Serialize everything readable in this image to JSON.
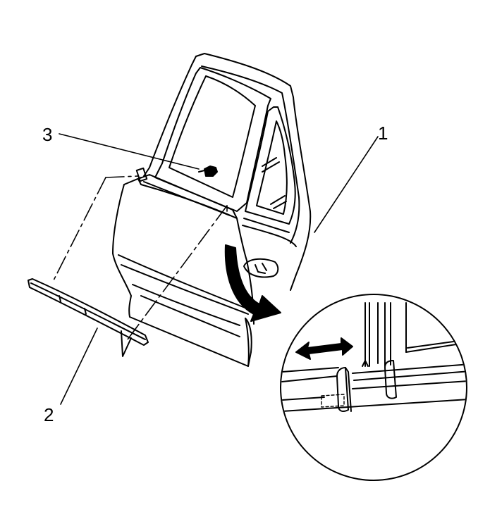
{
  "callouts": {
    "label_1": "1",
    "label_2": "2",
    "label_3": "3"
  },
  "colors": {
    "line": "#000000",
    "background": "#ffffff"
  }
}
